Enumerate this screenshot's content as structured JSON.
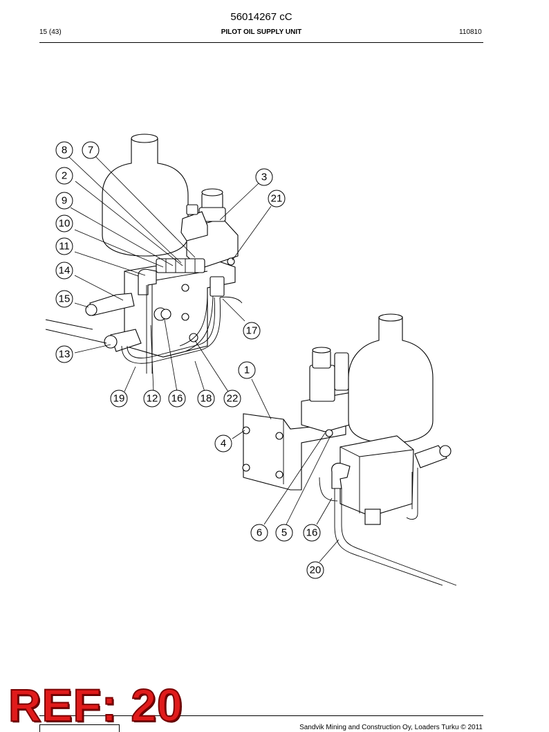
{
  "header": {
    "doc_number": "56014267 cC",
    "page": "15 (43)",
    "title": "PILOT OIL SUPPLY UNIT",
    "date_code": "110810"
  },
  "footer": {
    "company": "Sandvik Mining and Construction Oy, Loaders Turku © 2011"
  },
  "stamp": {
    "text": "REF: 20",
    "color": "#e01b1b"
  },
  "callouts": [
    {
      "id": "c8",
      "label": "8"
    },
    {
      "id": "c7",
      "label": "7"
    },
    {
      "id": "c2",
      "label": "2"
    },
    {
      "id": "c3",
      "label": "3"
    },
    {
      "id": "c9",
      "label": "9"
    },
    {
      "id": "c21",
      "label": "21"
    },
    {
      "id": "c10",
      "label": "10"
    },
    {
      "id": "c11",
      "label": "11"
    },
    {
      "id": "c14",
      "label": "14"
    },
    {
      "id": "c15",
      "label": "15"
    },
    {
      "id": "c17",
      "label": "17"
    },
    {
      "id": "c13",
      "label": "13"
    },
    {
      "id": "c1",
      "label": "1"
    },
    {
      "id": "c19",
      "label": "19"
    },
    {
      "id": "c12",
      "label": "12"
    },
    {
      "id": "c16a",
      "label": "16"
    },
    {
      "id": "c18",
      "label": "18"
    },
    {
      "id": "c22",
      "label": "22"
    },
    {
      "id": "c4",
      "label": "4"
    },
    {
      "id": "c6",
      "label": "6"
    },
    {
      "id": "c5",
      "label": "5"
    },
    {
      "id": "c16b",
      "label": "16"
    },
    {
      "id": "c20",
      "label": "20"
    }
  ]
}
